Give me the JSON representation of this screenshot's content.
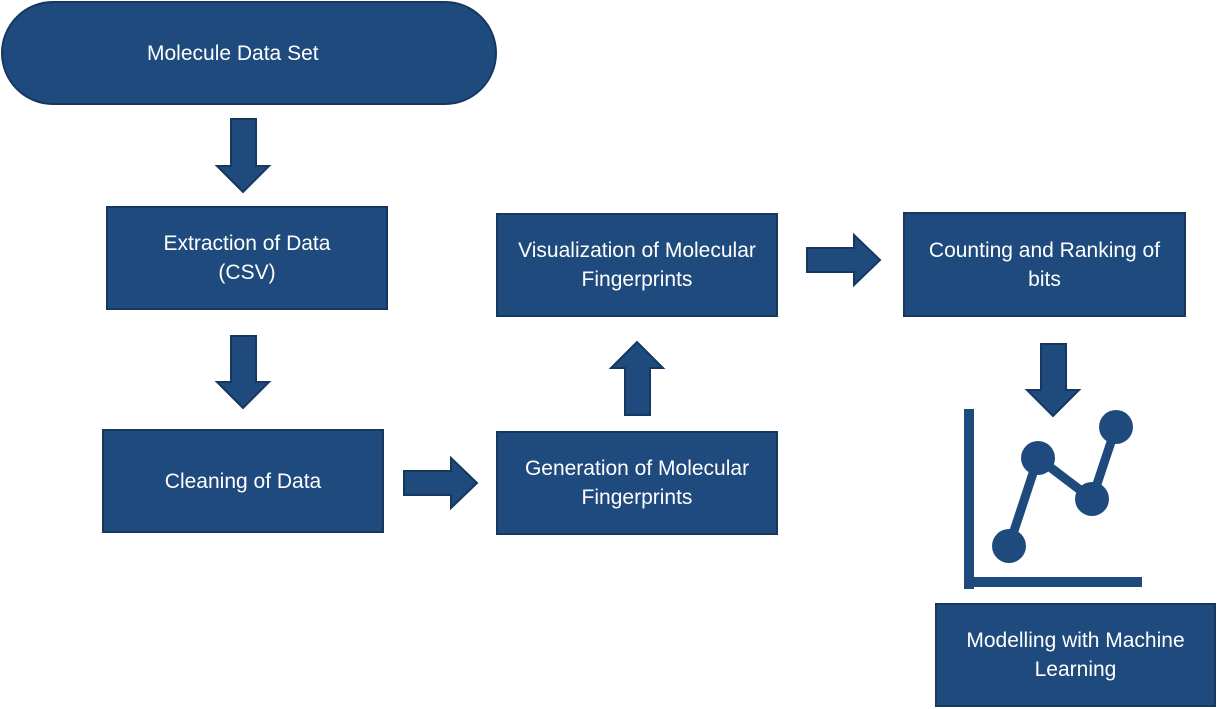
{
  "diagram": {
    "nodes": {
      "dataset": "Molecule Data Set",
      "extraction": "Extraction of Data\n(CSV)",
      "cleaning": "Cleaning of Data",
      "generation": "Generation of Molecular\nFingerprints",
      "visualization": "Visualization of Molecular\nFingerprints",
      "counting": "Counting and Ranking of\nbits",
      "modelling": "Modelling with Machine\nLearning"
    },
    "colors": {
      "fill": "#1f4a7e",
      "border": "#16375e",
      "text": "#ffffff"
    },
    "icons": [
      "arrow-down-icon",
      "arrow-right-icon",
      "arrow-up-icon",
      "line-chart-icon"
    ]
  }
}
